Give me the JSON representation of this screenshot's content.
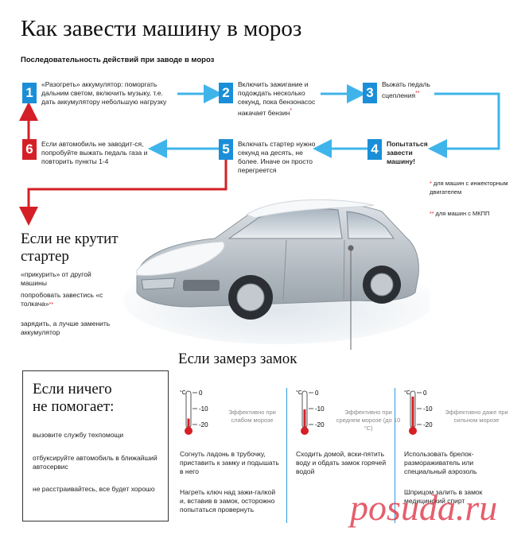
{
  "title": "Как завести машину в мороз",
  "subtitle": "Последовательность действий при заводе в мороз",
  "steps": [
    {
      "num": "1",
      "text": "«Разогреть» аккумулятор: поморгать дальним светом, включить музыку, т.е. дать аккумулятору небольшую нагрузку"
    },
    {
      "num": "2",
      "text": "Включить зажигание и подождать несколько секунд, пока бензонасос накачает бензин",
      "mark": "*"
    },
    {
      "num": "3",
      "text": "Выжать педаль сцепления",
      "mark": "**"
    },
    {
      "num": "4",
      "text": "Попытаться завести машину!"
    },
    {
      "num": "5",
      "text": "Включать стартер нужно секунд на десять, не более. Иначе он просто перегреется"
    },
    {
      "num": "6",
      "text": "Если автомобиль не заводит-ся, попробуйте выжать педаль газа и повторить пункты 1-4"
    }
  ],
  "notes": {
    "n1_mark": "*",
    "n1": "для машин с инжекторным двигателем",
    "n2_mark": "**",
    "n2": "для машин с МКПП"
  },
  "starter": {
    "heading_line1": "Если не крутит",
    "heading_line2": "стартер",
    "tips": [
      "«прикурить» от другой машины",
      "попробовать завестись «с толкача»",
      "зарядить, а лучше заменить аккумулятор"
    ],
    "tip2_mark": "**"
  },
  "lock": {
    "heading": "Если замерз замок"
  },
  "nohelp": {
    "heading_line1": "Если ничего",
    "heading_line2": "не помогает:",
    "items": [
      "вызовите службу техпомощи",
      "отбуксируйте автомобиль в ближайший автосервис",
      "не расстраивайтесь, все будет хорошо"
    ]
  },
  "frost": [
    {
      "unit": "°C",
      "ticks": [
        "0",
        "-10",
        "-20"
      ],
      "level": 0.25,
      "effect": "Эффективно при слабом морозе",
      "tips": [
        "Согнуть ладонь в трубочку, приставить к замку и подышать в него",
        "Нагреть ключ над зажи-галкой и, вставив в замок, осторожно попытаться провернуть"
      ]
    },
    {
      "unit": "°C",
      "ticks": [
        "0",
        "-10",
        "-20"
      ],
      "level": 0.5,
      "effect": "Эффективно при среднем морозе (до 10 °C)",
      "tips": [
        "Сходить домой, вски-пятить воду и обдать замок горячей водой"
      ]
    },
    {
      "unit": "°C",
      "ticks": [
        "0",
        "-10",
        "-20"
      ],
      "level": 0.85,
      "effect": "Эффективно даже при сильном морозе",
      "tips": [
        "Использовать брелок-размораживатель или специальный аэрозоль",
        "Шприцом залить в замок медицинский спирт"
      ]
    }
  ],
  "watermark": "posuda.ru",
  "colors": {
    "blue": "#1a8fd8",
    "red": "#d51f26",
    "arrow_blue": "#3fb4ea"
  }
}
